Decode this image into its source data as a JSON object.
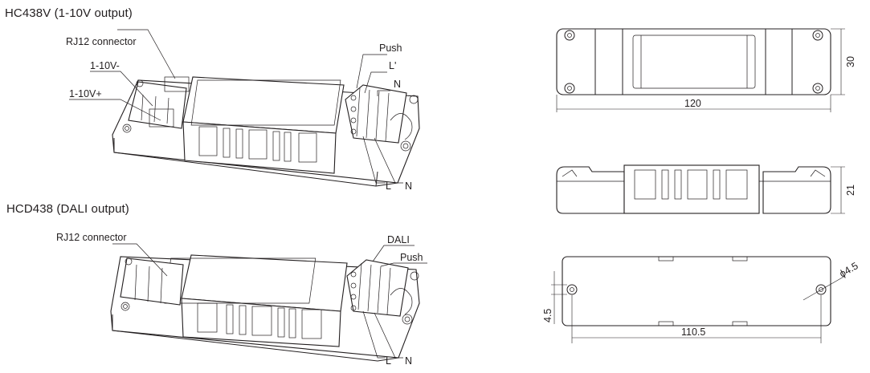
{
  "diagrams": {
    "top": {
      "title": "HC438V (1-10V output)",
      "labels": {
        "rj12": "RJ12 connector",
        "minus": "1-10V-",
        "plus": "1-10V+",
        "push": "Push",
        "lprime": "L'",
        "n_upper": "N",
        "l_lower": "L",
        "n_lower": "N"
      }
    },
    "bottom": {
      "title": "HCD438 (DALI output)",
      "labels": {
        "rj12": "RJ12 connector",
        "dali": "DALI",
        "push": "Push",
        "l_lower": "L",
        "n_lower": "N"
      }
    },
    "dimensions": {
      "height_top": "30",
      "length_top": "120",
      "height_side": "21",
      "hole_offset": "4.5",
      "hole_spacing": "110.5",
      "hole_diameter": "ϕ4.5"
    }
  }
}
